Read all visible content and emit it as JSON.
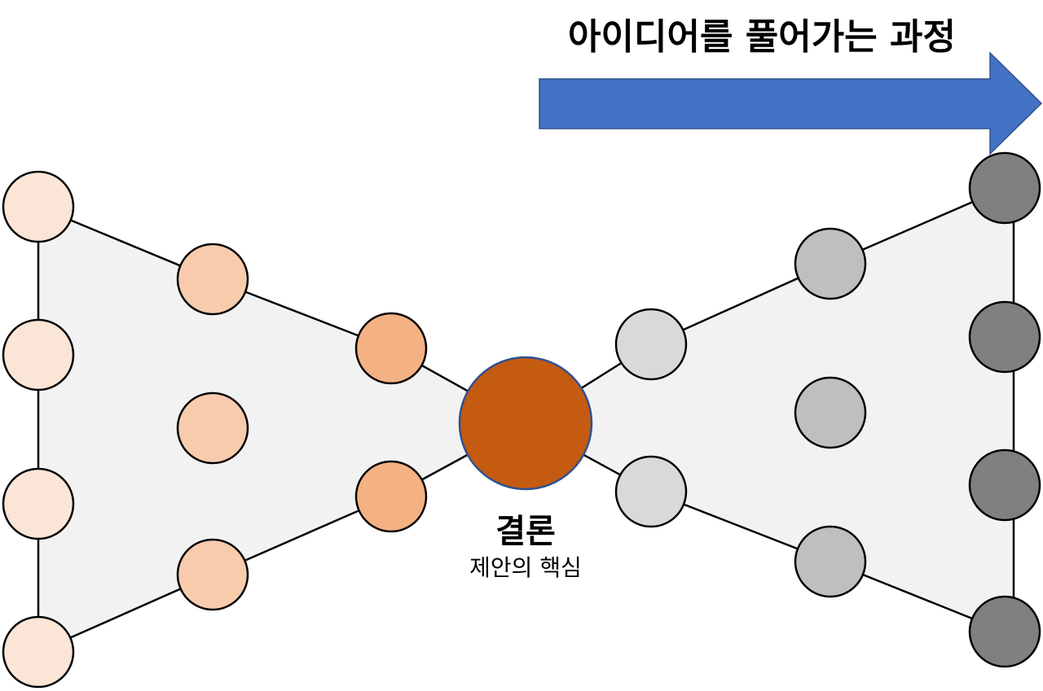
{
  "title": "아이디어를 풀어가는 과정",
  "center": {
    "label": "결론",
    "sublabel": "제안의 핵심"
  },
  "colors": {
    "arrow": "#4472c4",
    "region_fill": "#f2f2f2",
    "center_fill": "#c55a11",
    "center_stroke": "#2f528f",
    "left_outer_fill": "#fbe5d6",
    "left_middle_fill": "#f8cbad",
    "left_inner_fill": "#f4b183",
    "right_inner_fill": "#d9d9d9",
    "right_middle_fill": "#bfbfbf",
    "right_outer_fill": "#808080"
  },
  "nodes": {
    "left_outer_count": 4,
    "left_middle_count": 3,
    "left_inner_count": 2,
    "right_inner_count": 2,
    "right_middle_count": 3,
    "right_outer_count": 4
  }
}
